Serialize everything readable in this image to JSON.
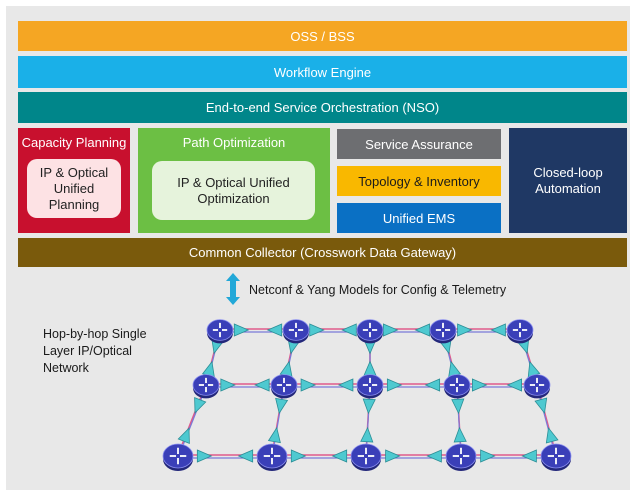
{
  "stack": {
    "oss_bss": "OSS / BSS",
    "workflow_engine": "Workflow Engine",
    "nso": "End-to-end Service Orchestration (NSO)",
    "capacity_planning": {
      "title": "Capacity Planning",
      "inner": "IP & Optical\nUnified\nPlanning"
    },
    "path_optimization": {
      "title": "Path Optimization",
      "inner": "IP & Optical Unified\nOptimization"
    },
    "service_assurance": "Service Assurance",
    "topology_inventory": "Topology & Inventory",
    "unified_ems": "Unified EMS",
    "closed_loop": "Closed-loop\nAutomation",
    "common_collector": "Common Collector (Crosswork Data Gateway)"
  },
  "interface_label": "Netconf & Yang Models for Config & Telemetry",
  "network_label": "Hop-by-hop Single\nLayer IP/Optical\nNetwork",
  "colors": {
    "oss_bss": "#f5a623",
    "workflow_engine": "#1ab0e8",
    "nso": "#00868a",
    "capacity_planning": "#c8102e",
    "path_optimization": "#6cbf44",
    "service_assurance": "#6d6e71",
    "topology_inventory": "#f9b800",
    "unified_ems": "#0a70c4",
    "closed_loop": "#1f3864",
    "common_collector": "#7a5a0c",
    "arrow": "#22a8d8",
    "router": "#3a3fb8",
    "amplifier": "#4ec9d0",
    "link": "#e05a8a"
  }
}
